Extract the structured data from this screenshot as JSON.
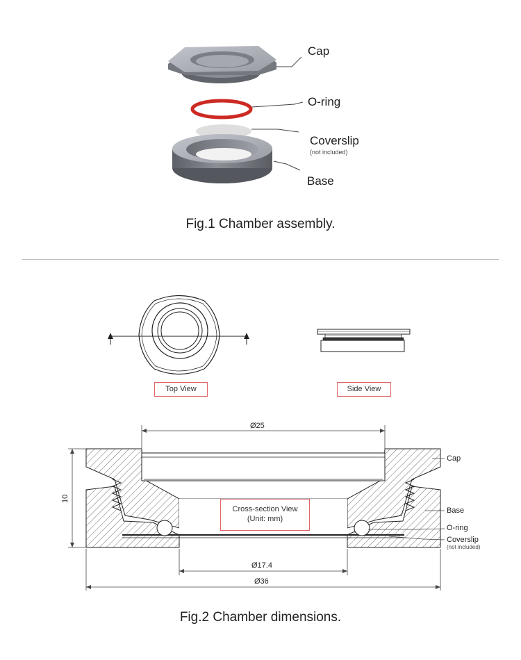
{
  "fig1": {
    "labels": {
      "cap": "Cap",
      "oring": "O-ring",
      "coverslip": "Coverslip",
      "coverslip_note": "(not included)",
      "base": "Base"
    },
    "caption": "Fig.1 Chamber assembly."
  },
  "fig2": {
    "top_view_label": "Top View",
    "side_view_label": "Side View",
    "cross_section_title": "Cross-section View",
    "cross_section_unit": "(Unit: mm)",
    "dims": {
      "d_top": "Ø25",
      "height": "10",
      "d_inner": "Ø17.4",
      "d_outer": "Ø36"
    },
    "labels": {
      "cap": "Cap",
      "base": "Base",
      "oring": "O-ring",
      "coverslip": "Coverslip",
      "coverslip_note": "(not included)"
    },
    "caption": "Fig.2 Chamber dimensions."
  },
  "colors": {
    "oring": "#cc2a22",
    "metal": "#7e8088",
    "metal_light": "#b4b6bd",
    "label_box": "#e06666"
  }
}
